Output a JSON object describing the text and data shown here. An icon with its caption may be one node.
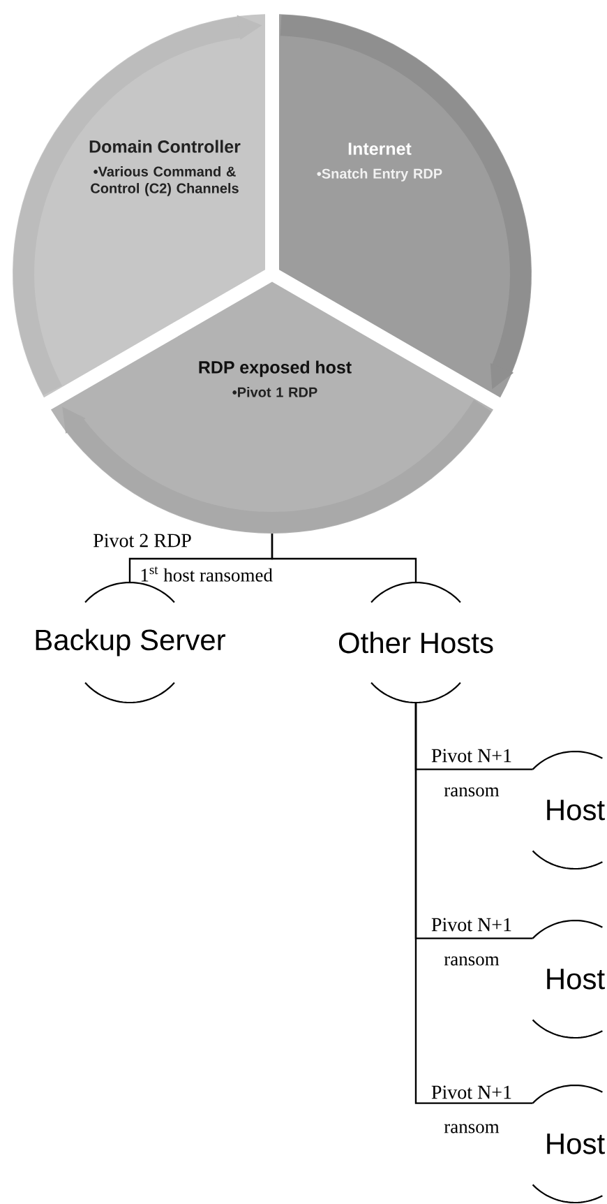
{
  "diagram": {
    "nodes": [
      {
        "text": [
          "Domain Controller",
          "•Various Command & Control (C2) Channels"
        ]
      },
      {
        "text": [
          "Internet",
          "•Snatch Entry RDP"
        ]
      },
      {
        "text": [
          "RDP exposed host",
          "•Pivot 1 RDP"
        ]
      },
      {
        "text": [
          "Backup Server"
        ]
      },
      {
        "text": [
          "Other Hosts"
        ]
      },
      {
        "text": [
          "Host"
        ]
      },
      {
        "text": [
          "Host"
        ]
      },
      {
        "text": [
          "Host"
        ]
      }
    ],
    "edges": [
      {
        "from": 2,
        "to": 3,
        "arrow": "none",
        "label": "Pivot 2 RDP"
      },
      {
        "from": 2,
        "to": 4,
        "arrow": "none"
      },
      {
        "from": 4,
        "to": 5,
        "arrow": "none",
        "label": "Pivot N+1"
      },
      {
        "from": 4,
        "to": 6,
        "arrow": "none",
        "label": "Pivot N+1"
      },
      {
        "from": 4,
        "to": 7,
        "arrow": "none",
        "label": "Pivot N+1"
      }
    ],
    "labels": [
      "1$^{st}$ host ransomed",
      "ransom",
      "ransom",
      "ransom"
    ]
  }
}
